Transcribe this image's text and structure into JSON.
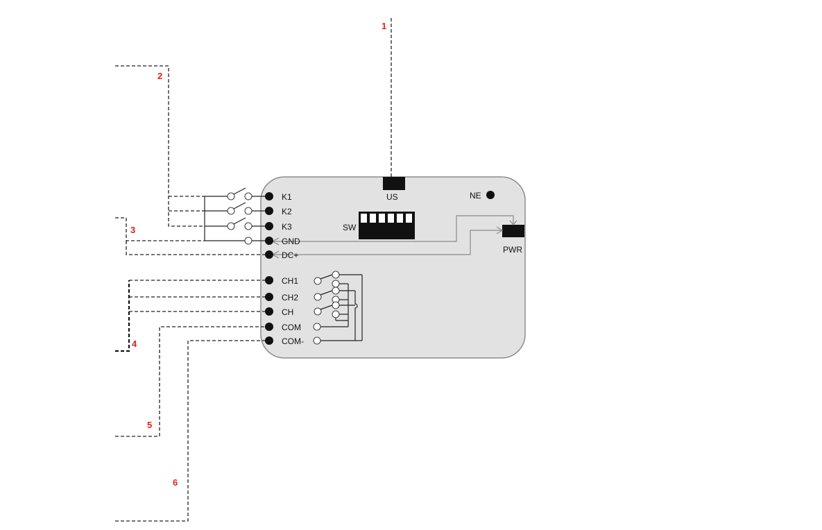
{
  "labels": {
    "us": "US",
    "ne": "NE",
    "sw": "SW",
    "pwr": "PWR"
  },
  "terminals": [
    "K1",
    "K2",
    "K3",
    "GND",
    "DC+",
    "CH1",
    "CH2",
    "CH",
    "COM",
    "COM-"
  ],
  "callouts": [
    "1",
    "2",
    "3",
    "4",
    "5",
    "6"
  ],
  "dip_switch_count": 6
}
